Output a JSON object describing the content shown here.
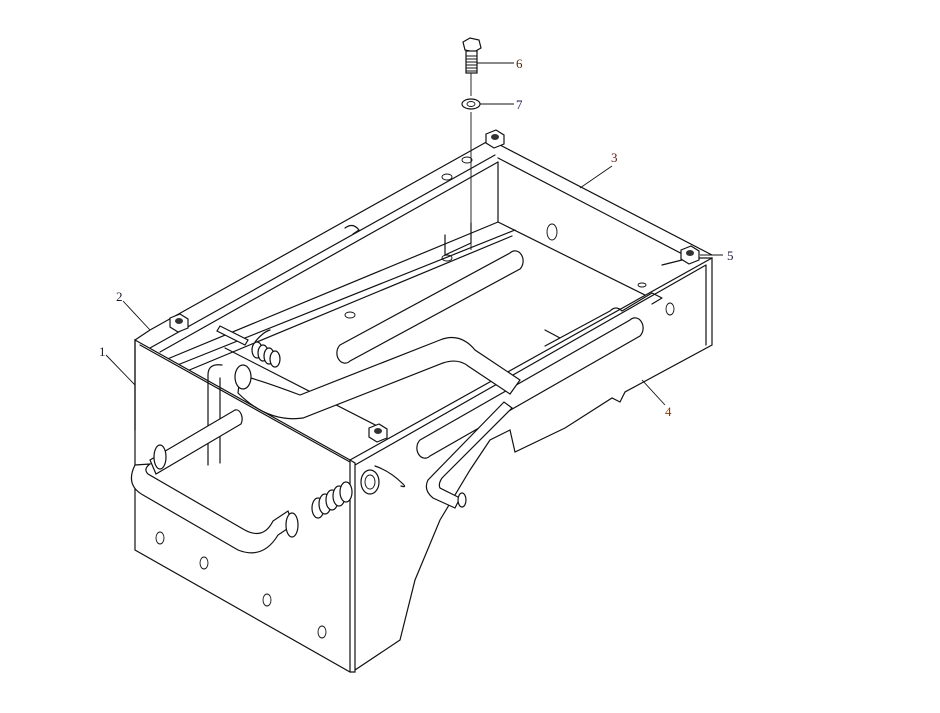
{
  "diagram": {
    "type": "exploded parts drawing",
    "callouts": [
      {
        "id": "1",
        "label": "1",
        "color": "#1a1a2e"
      },
      {
        "id": "2",
        "label": "2",
        "color": "#1a1a2e"
      },
      {
        "id": "3",
        "label": "3",
        "color": "#5a1a10"
      },
      {
        "id": "4",
        "label": "4",
        "color": "#7a3a10"
      },
      {
        "id": "5",
        "label": "5",
        "color": "#1a1a4e"
      },
      {
        "id": "6",
        "label": "6",
        "color": "#4a2a10"
      },
      {
        "id": "7",
        "label": "7",
        "color": "#1a1a4e"
      }
    ]
  }
}
